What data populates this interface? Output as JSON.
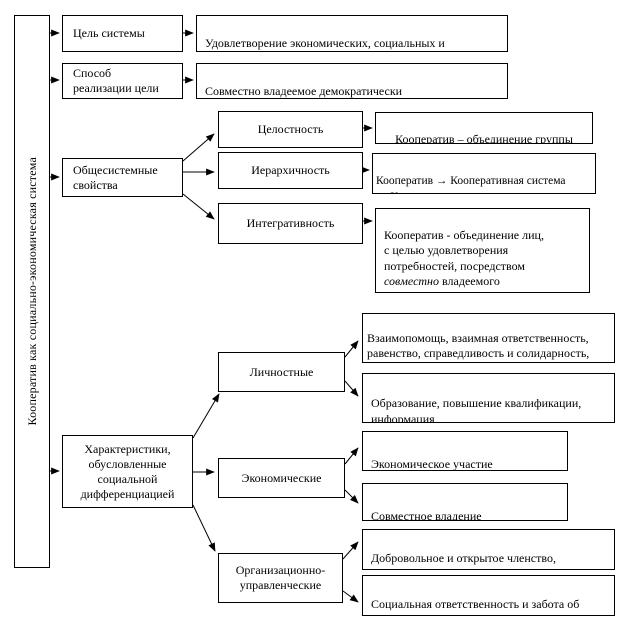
{
  "diagram": {
    "title_semantic": "Кооператив как социально-экономическая система — структурная схема",
    "colors": {
      "border": "#000000",
      "background": "#ffffff",
      "text": "#000000"
    },
    "root_label": "Кооператив как социально-экономическая система",
    "tier1": [
      {
        "label": "Цель системы",
        "results": [
          "Удовлетворение экономических, социальных и\nкультурных потребностей учредителей"
        ]
      },
      {
        "label": "Способ\nреализации цели",
        "results": [
          "Совместно владеемое демократически\nуправляемое предприятие"
        ]
      },
      {
        "label": "Общесистемные\nсвойства",
        "children": [
          {
            "label": "Целостность",
            "results": [
              "Кооператив – объединение группы\nлиц"
            ]
          },
          {
            "label": "Иерархичность",
            "results": [
              "Кооператив → Кооперативная система\n→ Кооперативное движение"
            ]
          },
          {
            "label": "Интегративность",
            "result_rich": {
              "prefix": "Кооператив  - объединение лиц,\nс целью удовлетворения\nпотребностей, посредством\n",
              "italic": "совместно",
              "suffix": " владеемого\nпредприятия"
            }
          }
        ]
      },
      {
        "label": "Характеристики,\nобусловленные\nсоциальной\nдифференциацией",
        "children": [
          {
            "label": "Личностные",
            "results": [
              "Взаимопомощь, взаимная ответственность,\nравенство, справедливость и солидарность,\nчестность",
              "Образование, повышение квалификации,\nинформация"
            ]
          },
          {
            "label": "Экономические",
            "results": [
              "Экономическое участие\nпайщиков",
              "Совместное владение\nимуществом"
            ]
          },
          {
            "label": "Организационно-\nуправленческие",
            "results": [
              "Добровольное и открытое членство,\nдемократический членский контроль",
              "Социальная ответственность и забота об\nобществе"
            ]
          }
        ]
      }
    ]
  }
}
